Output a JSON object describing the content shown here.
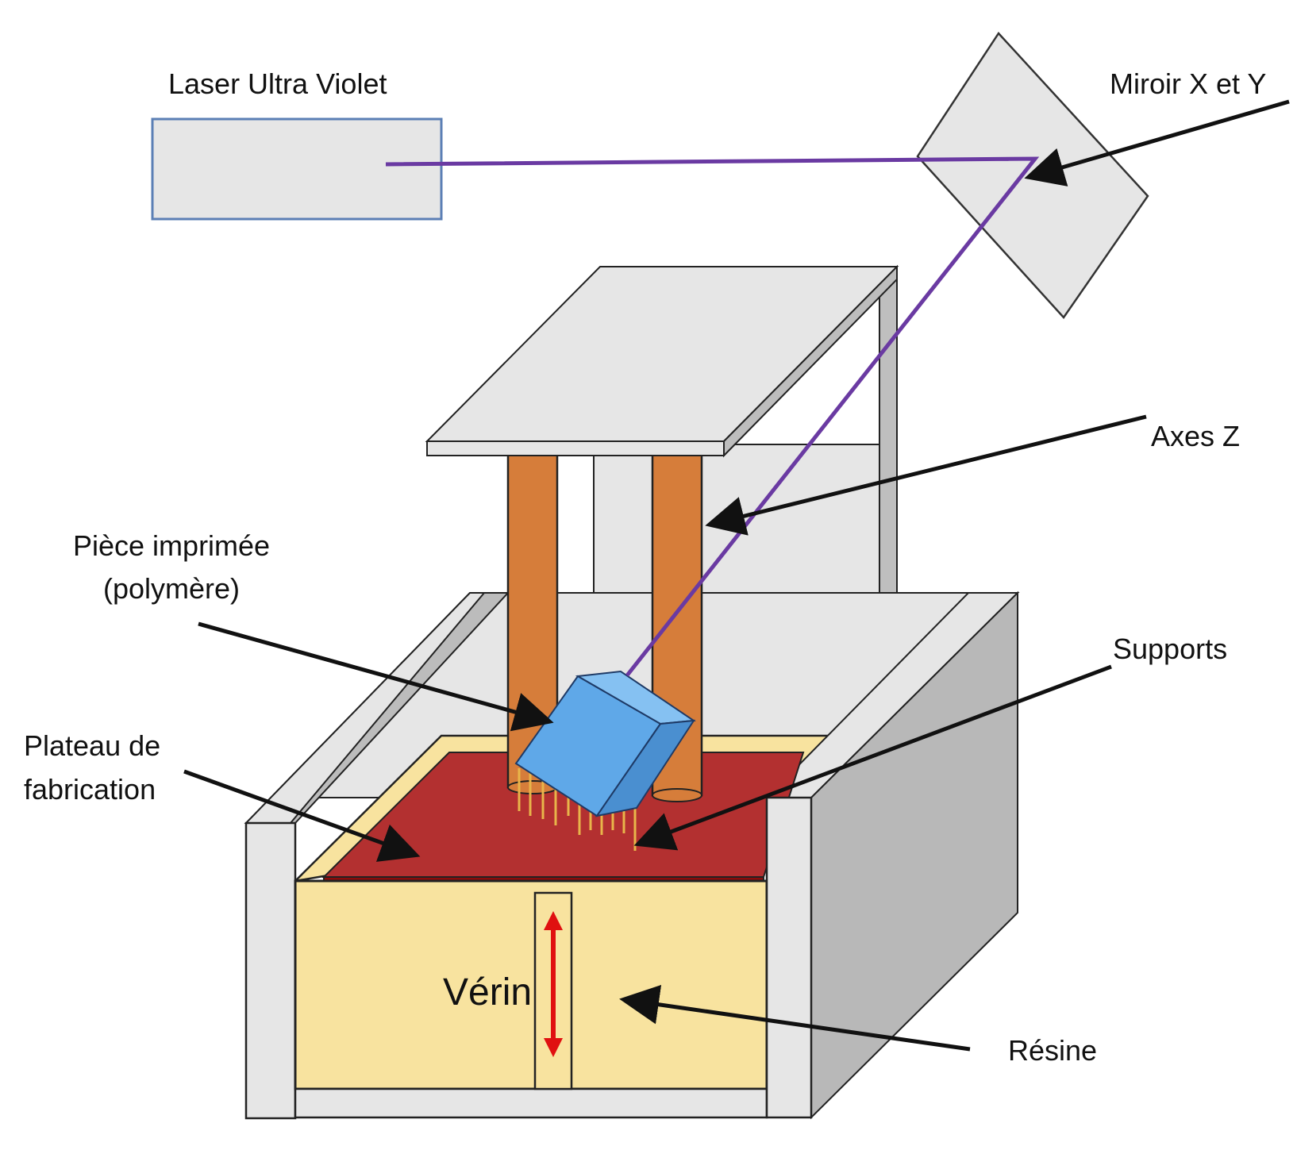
{
  "labels": {
    "laser": "Laser Ultra Violet",
    "mirror": "Miroir X et Y",
    "z_axis": "Axes Z",
    "part_line1": "Pièce imprimée",
    "part_line2": "(polymère)",
    "supports": "Supports",
    "platform_line1": "Plateau de",
    "platform_line2": "fabrication",
    "actuator": "Vérin",
    "resin": "Résine"
  },
  "colors": {
    "laser_beam": "#6a3aa2",
    "enclosure_gray": "#e3e3e3",
    "enclosure_dark": "#b8b8b8",
    "z_columns": "#d67d3a",
    "resin": "#f8e39f",
    "platform": "#b33030",
    "platform_edge": "#8b0b0b",
    "printed_part": "#5fa8e8",
    "actuator_arrow": "#e01010",
    "laser_box_border": "#5b7fb5"
  }
}
